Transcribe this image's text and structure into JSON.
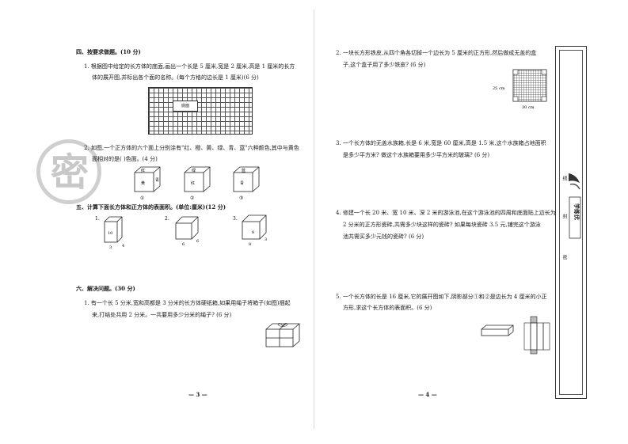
{
  "left": {
    "sec4_title": "四、按要求做题。(10 分)",
    "q1_line1": "1. 根据图中给定的长方体的底面,画出一个长是 5 厘米,宽是 2 厘米,高是 1 厘米的长方",
    "q1_line2": "体的展开图,并标出各个面的名称。(每个方格的边长是 1 厘米)(6 分)",
    "base_label": "底面",
    "q2_line1": "2. 如图,一个正方体的六个面上分别涂有\"红、橙、黄、绿、青、蓝\"六种颜色,其中与黄色",
    "q2_line2": "面相对的是(      )色面。(4 分)",
    "cubes": [
      {
        "top": "红",
        "front": "黄",
        "side": "青",
        "num": "①"
      },
      {
        "top": "绿",
        "front": "红",
        "side": "",
        "num": "②"
      },
      {
        "top": "蓝",
        "front": "青",
        "side": "",
        "num": "③"
      }
    ],
    "sec5_title": "五、计算下面长方体和正方体的表面积。(单位:厘米)(12 分)",
    "solids": [
      {
        "num": "1.",
        "a": "10",
        "b": "4",
        "c": "3"
      },
      {
        "num": "2.",
        "a": "",
        "b": "6",
        "c": "6"
      },
      {
        "num": "3.",
        "a": "8",
        "b": "8",
        "c": "3"
      }
    ],
    "sec6_title": "六、解决问题。(30 分)",
    "q6_1_line1": "1. 有一个长 5 分米,宽和高都是 3 分米的长方体硬纸箱,如果用绳子将箱子(如图)捆起",
    "q6_1_line2": "来,打结处共用 2 分米。一共要用多少分米的绳子? (6 分)",
    "page_no": "— 3 —"
  },
  "right": {
    "q2_line1": "2. 一块长方形铁皮,从四个角各切掉一个边长为 5 厘米的正方形,然后做成无盖的盒",
    "q2_line2": "子,这个盒子用了多少铁皮? (6 分)",
    "dim_h": "25 cm",
    "dim_w": "30 cm",
    "q3_line1": "3. 一个长方体的无盖水族箱,长是 6 米,宽是 60 厘米,高是 1.5 米,这个水族箱占地面积",
    "q3_line2": "是多少平方米? 做这个水族箱要用多少平方米的玻璃? (6 分)",
    "q4_line1": "4. 修建一个长 20 米、宽 10 米、深 2 米的游泳池,在这个游泳池的四周和底面贴上边长为",
    "q4_line2": "2 分米的正方形瓷砖,共需多少块这样的瓷砖? 如果每块瓷砖 3.5 元,铺完这个游泳",
    "q4_line3": "池共需买多少元钱的瓷砖? (6 分)",
    "q5_line1": "5. 一个长方体的长是 16 厘米,它的展开图如下,阴影部分①和②是边长为 4 厘米的小正",
    "q5_line2": "方形,求这个长方体的表面积。(6 分)",
    "page_no": "— 4 —"
  },
  "strip": {
    "marks": [
      "线",
      "封",
      "密"
    ],
    "logo_caption": "学练优"
  },
  "stamp_char": "密"
}
